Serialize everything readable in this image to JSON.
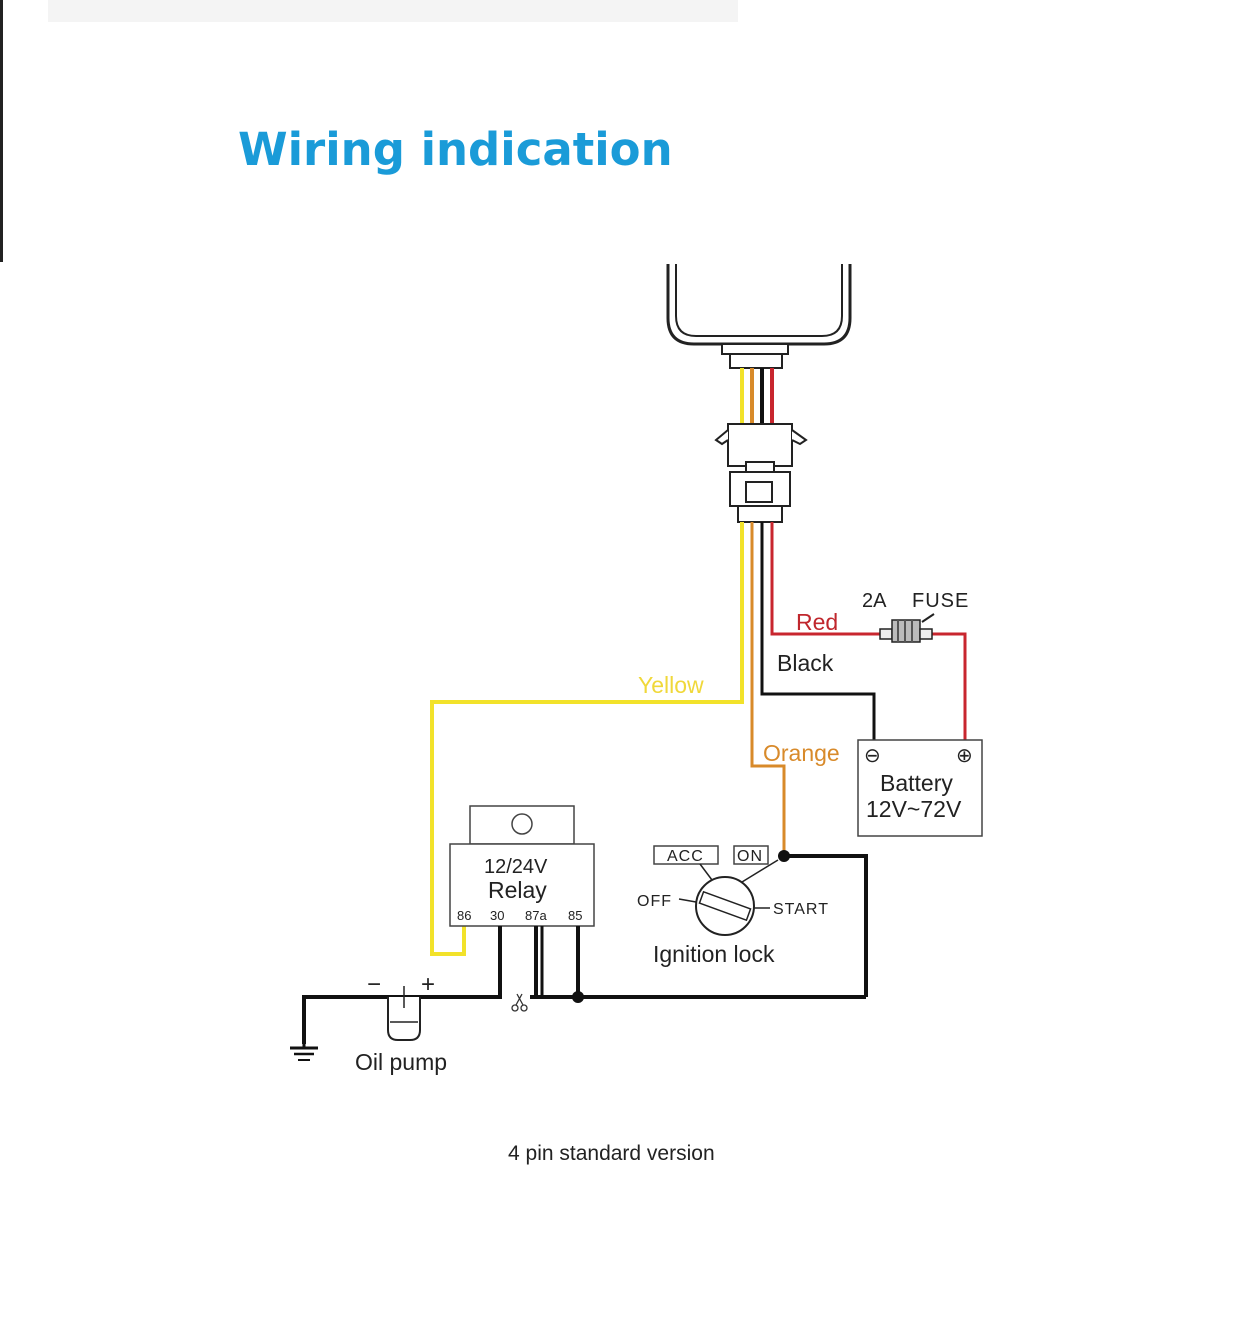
{
  "title": "Wiring indication",
  "caption": "4 pin standard version",
  "colors": {
    "title": "#1a9bd8",
    "yellow": "#f2e22a",
    "orange": "#d88a2a",
    "red": "#c8262e",
    "black": "#111111",
    "yellow_label": "#f0d83a",
    "orange_label": "#d88a2a",
    "red_label": "#c0272d"
  },
  "wires": {
    "red": "Red",
    "black": "Black",
    "yellow": "Yellow",
    "orange": "Orange"
  },
  "fuse": {
    "rating": "2A",
    "label": "FUSE"
  },
  "battery": {
    "name": "Battery",
    "voltage": "12V~72V",
    "neg": "⊖",
    "pos": "⊕"
  },
  "relay": {
    "voltage": "12/24V",
    "name": "Relay",
    "pins": [
      "86",
      "30",
      "87a",
      "85"
    ]
  },
  "ignition": {
    "name": "Ignition lock",
    "acc": "ACC",
    "on": "ON",
    "off": "OFF",
    "start": "START"
  },
  "pump": {
    "name": "Oil pump",
    "minus": "−",
    "plus": "+"
  }
}
